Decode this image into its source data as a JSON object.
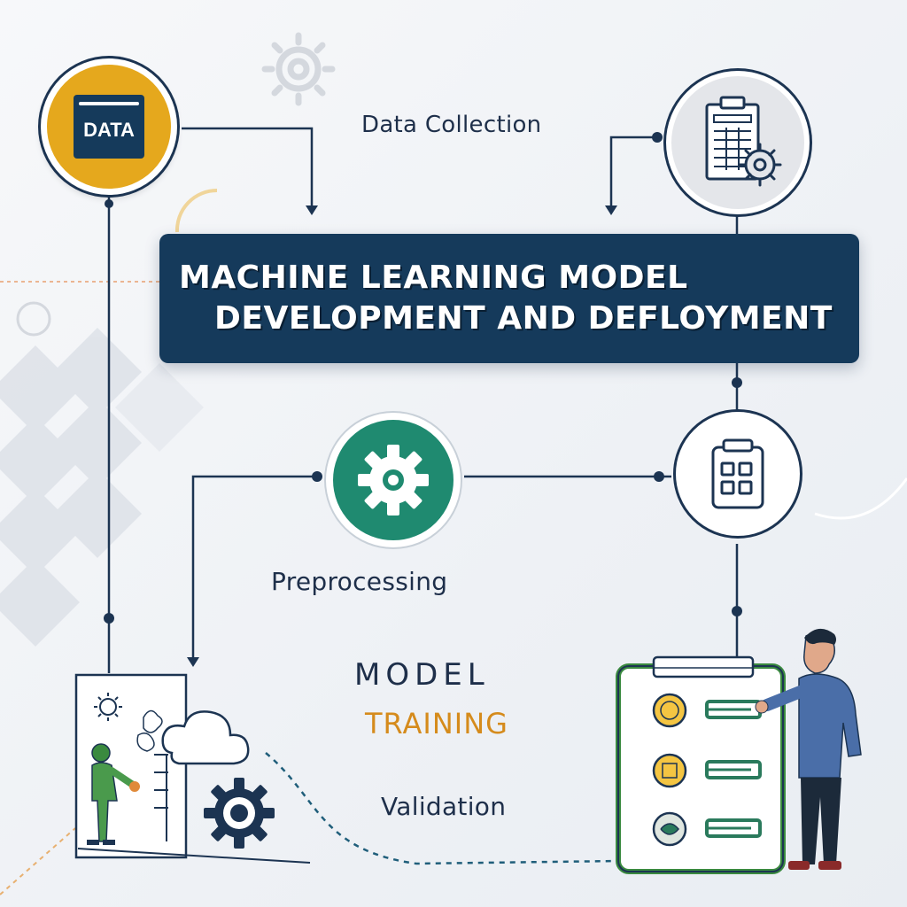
{
  "title": {
    "line1": "MACHINE LEARNING MODEL",
    "line2": "DEVELOPMENT AND DEFLOYMENT"
  },
  "steps": {
    "data_badge": "DATA",
    "data_collection": "Data Collection",
    "preprocessing": "Preprocessing",
    "model": "MODEL",
    "training": "TRAINING",
    "validation": "Validation"
  },
  "colors": {
    "navy": "#153a5b",
    "gold": "#e5a81d",
    "teal": "#1f8a70",
    "green": "#3a8a3f",
    "orange_text": "#d58b1c",
    "line": "#1c3452"
  },
  "icons": [
    "gear-icon",
    "spreadsheet-gear-icon",
    "calendar-icon",
    "cloud-icon",
    "checklist-icon",
    "person-icon",
    "worker-icon",
    "sun-icon"
  ]
}
